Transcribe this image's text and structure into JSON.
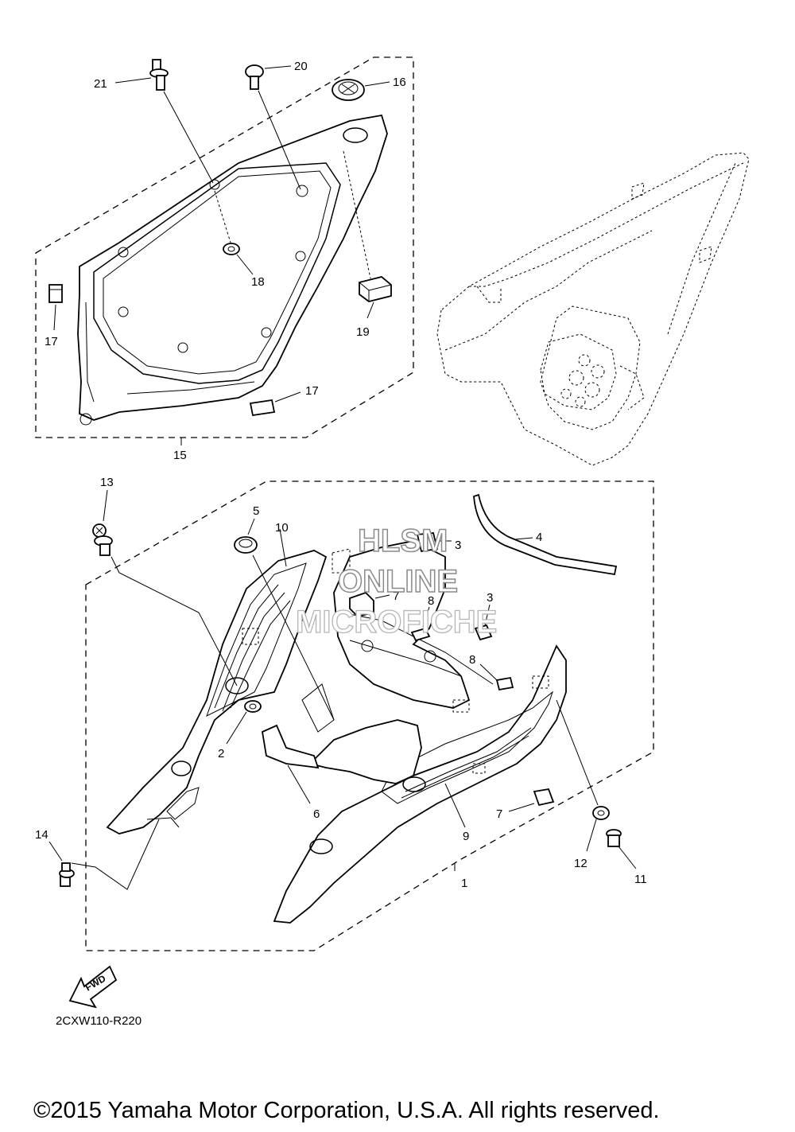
{
  "diagram": {
    "callouts": [
      "1",
      "2",
      "3",
      "3",
      "4",
      "5",
      "6",
      "7",
      "7",
      "7",
      "8",
      "8",
      "9",
      "10",
      "11",
      "12",
      "13",
      "14",
      "15",
      "16",
      "17",
      "17",
      "18",
      "19",
      "20",
      "21"
    ],
    "direction_label": "FWD",
    "drawing_code": "2CXW110-R220"
  },
  "watermark": {
    "line1": "HLSM",
    "line2": "ONLINE",
    "line3": "MICROFICHE"
  },
  "footer": {
    "copyright": "©2015 Yamaha Motor Corporation, U.S.A. All rights reserved."
  }
}
